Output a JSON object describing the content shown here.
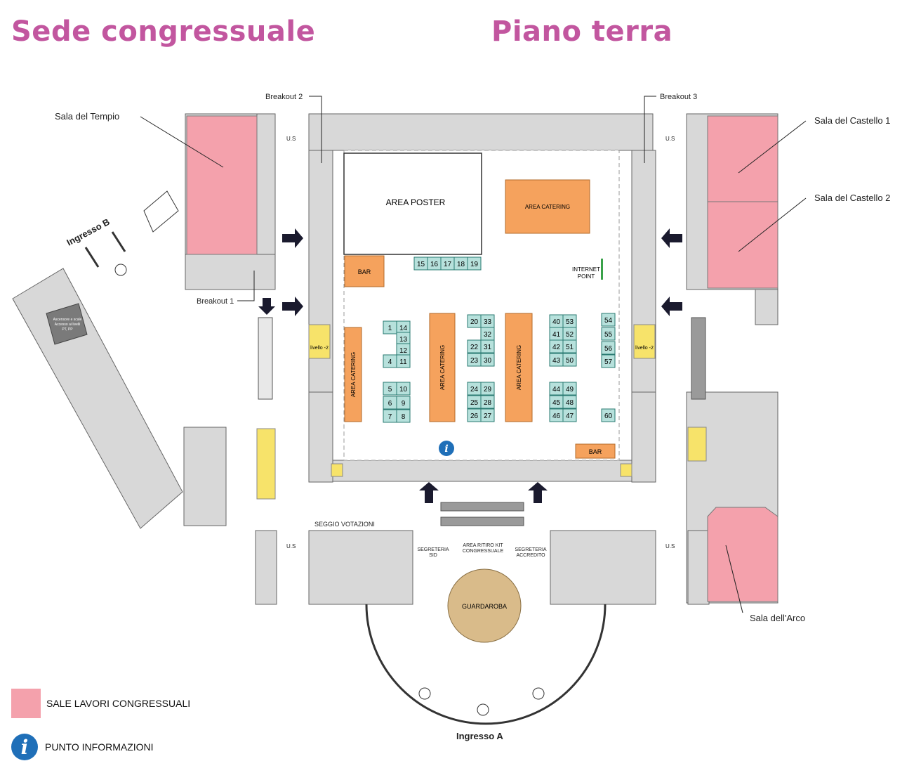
{
  "header": {
    "title_left": "Sede congressuale",
    "title_right": "Piano terra"
  },
  "labels": {
    "sala_tempio": "Sala del Tempio",
    "breakout2": "Breakout 2",
    "breakout3": "Breakout 3",
    "breakout1": "Breakout 1",
    "castello1": "Sala del Castello 1",
    "castello2": "Sala del Castello 2",
    "arco": "Sala dell'Arco",
    "ingresso_b": "Ingresso B",
    "ingresso_a": "Ingresso A",
    "us": "U.S",
    "area_poster": "AREA POSTER",
    "area_catering": "AREA CATERING",
    "bar": "BAR",
    "internet_point": [
      "INTERNET",
      "POINT"
    ],
    "livello": "livello -2",
    "seggio": "SEGGIO VOTAZIONI",
    "segreteria_sid": [
      "SEGRETERIA",
      "SID"
    ],
    "area_ritiro": [
      "AREA RITIRO KIT",
      "CONGRESSUALE"
    ],
    "segreteria_accredito": [
      "SEGRETERIA",
      "ACCREDITO"
    ],
    "guardaroba": "GUARDAROBA",
    "ascensore": [
      "Ascensore e scale",
      "Accesso ai livelli",
      "PT, PP"
    ]
  },
  "stands": [
    "1",
    "14",
    "13",
    "12",
    "4",
    "11",
    "5",
    "10",
    "6",
    "9",
    "7",
    "8",
    "15",
    "16",
    "17",
    "18",
    "19",
    "20",
    "33",
    "32",
    "22",
    "31",
    "23",
    "30",
    "24",
    "29",
    "25",
    "28",
    "26",
    "27",
    "40",
    "53",
    "41",
    "52",
    "42",
    "51",
    "43",
    "50",
    "44",
    "49",
    "45",
    "48",
    "46",
    "47",
    "54",
    "55",
    "56",
    "57",
    "60"
  ],
  "legend": {
    "sale": "SALE LAVORI CONGRESSUALI",
    "punto": "PUNTO INFORMAZIONI",
    "info_glyph": "i"
  },
  "colors": {
    "hall": "#f4a1ac",
    "catering": "#f5a25d",
    "stand": "#b7e1dc",
    "wall": "#d8d8d8",
    "lift": "#f7e36a",
    "title": "#c2569f",
    "info": "#1f6fb8"
  }
}
